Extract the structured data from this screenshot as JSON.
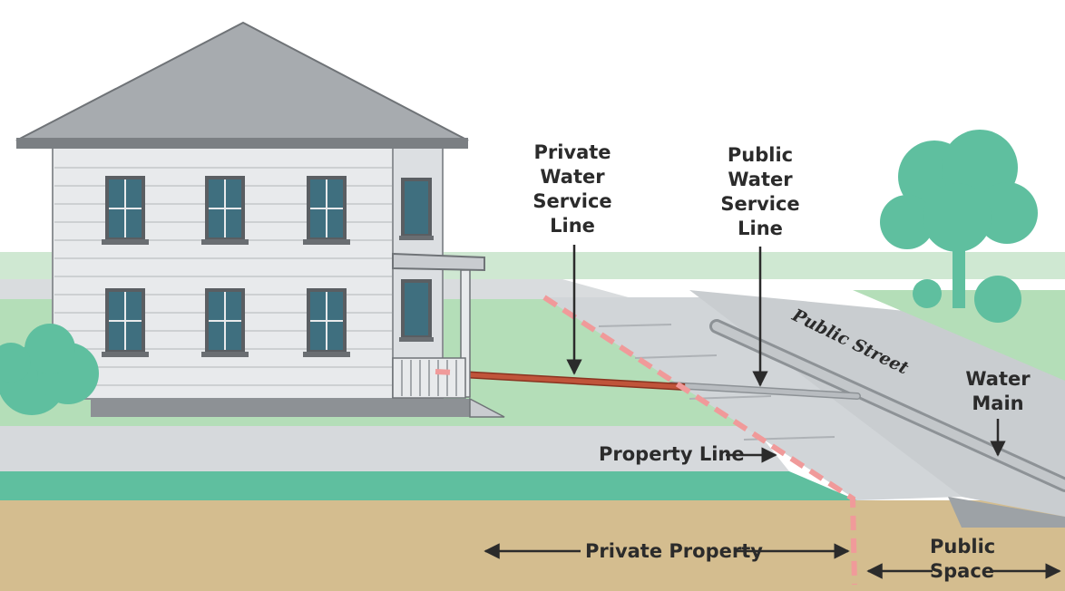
{
  "labels": {
    "private_water_service_line": [
      "Private",
      "Water",
      "Service",
      "Line"
    ],
    "public_water_service_line": [
      "Public",
      "Water",
      "Service",
      "Line"
    ],
    "water_main": [
      "Water",
      "Main"
    ],
    "property_line": "Property Line",
    "public_street": "Public Street",
    "private_property": "Private Property",
    "public_space": [
      "Public",
      "Space"
    ]
  },
  "colors": {
    "private_pipe": "#c0543a",
    "public_pipe": "#b8bcc0",
    "property_line": "#f09a9a",
    "lawn": "#b4deb8",
    "green_band": "#5fbf9f",
    "soil": "#d4bd8f",
    "street": "#cdd1d4",
    "house_siding": "#e8eaec",
    "roof": "#a7abaf",
    "tree": "#5fbf9f",
    "text": "#2b2b2b"
  }
}
